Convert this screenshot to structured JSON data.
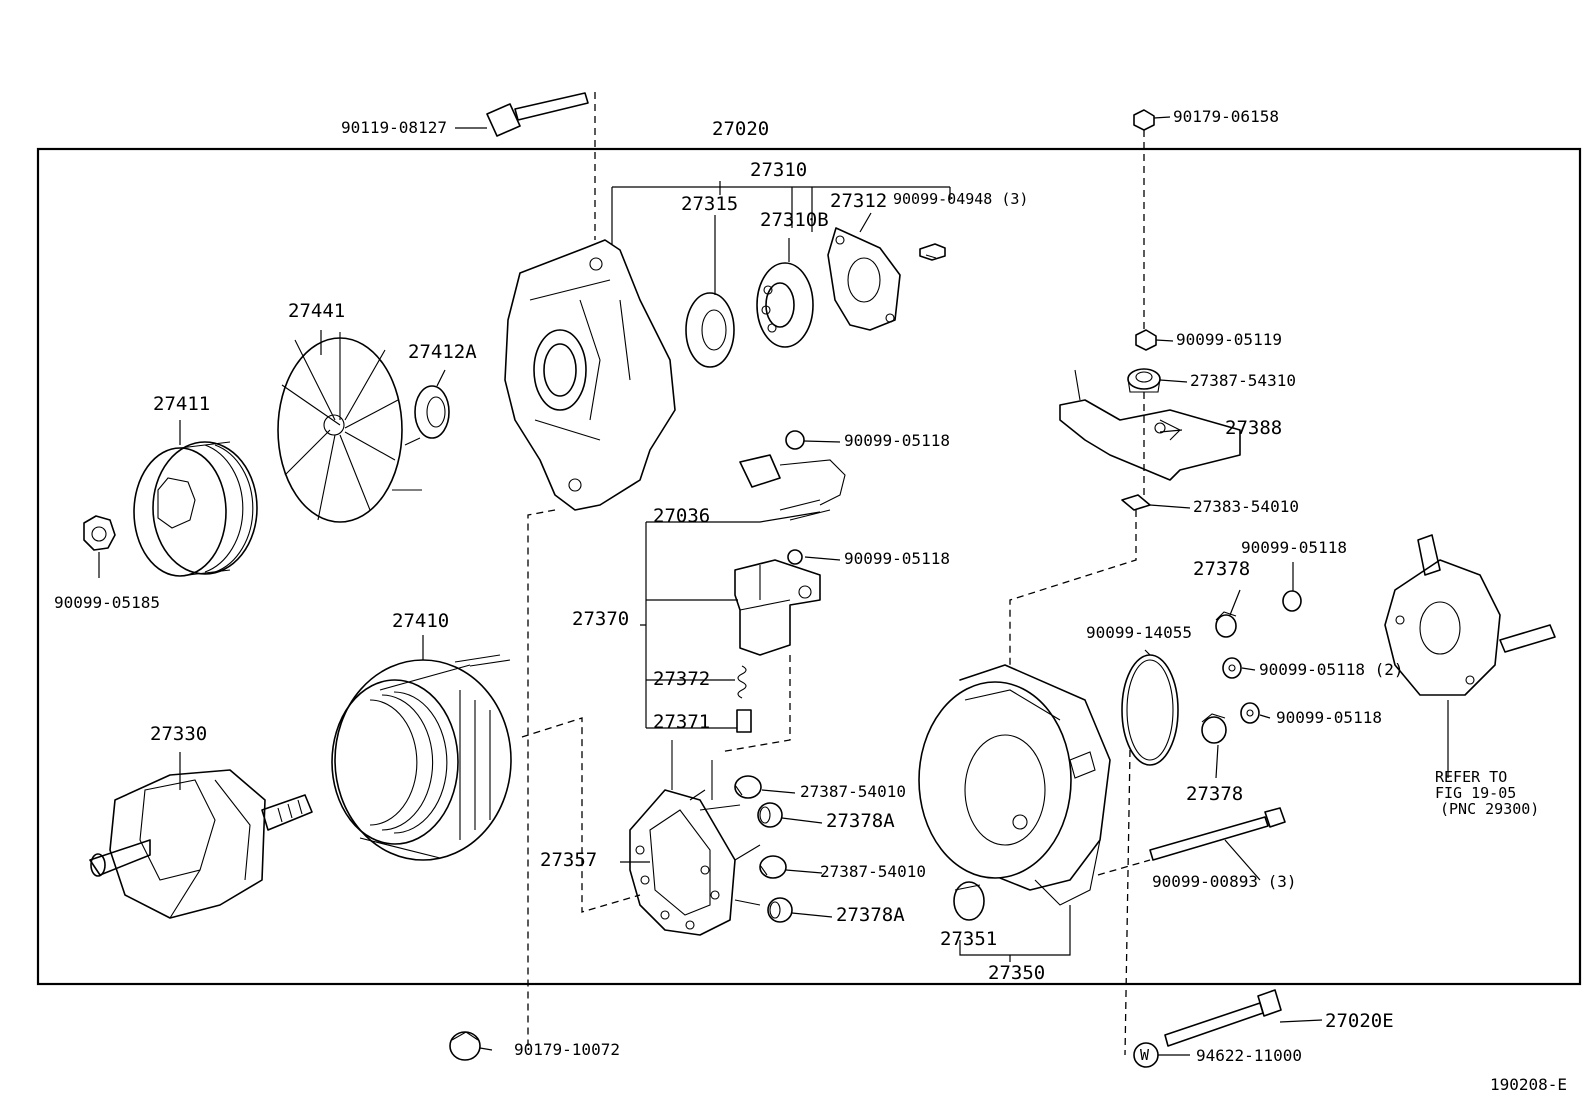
{
  "figure_code": "190208-E",
  "labels": {
    "l90119_08127": "90119-08127",
    "l27020": "27020",
    "l90179_06158": "90179-06158",
    "l27310": "27310",
    "l27315": "27315",
    "l27312": "27312",
    "l90099_04948": "90099-04948 (3)",
    "l27310B": "27310B",
    "l27441": "27441",
    "l27412A": "27412A",
    "l27411": "27411",
    "l90099_05185": "90099-05185",
    "l90099_05119": "90099-05119",
    "l27387_54310": "27387-54310",
    "l27388": "27388",
    "l27383_54010": "27383-54010",
    "l90099_05118_a": "90099-05118",
    "l27036": "27036",
    "l90099_05118_b": "90099-05118",
    "l27370": "27370",
    "l27372": "27372",
    "l27371": "27371",
    "l27410": "27410",
    "l27330": "27330",
    "l27357": "27357",
    "l27387_54010_a": "27387-54010",
    "l27378A_a": "27378A",
    "l27387_54010_b": "27387-54010",
    "l27378A_b": "27378A",
    "l27378_a": "27378",
    "l90099_05118_c": "90099-05118",
    "l90099_14055": "90099-14055",
    "l90099_05118_d": "90099-05118 (2)",
    "l90099_05118_e": "90099-05118",
    "l27378_b": "27378",
    "l90099_00893": "90099-00893 (3)",
    "l27351": "27351",
    "l27350": "27350",
    "l27020E": "27020E",
    "l94622_11000": "94622-11000",
    "l90179_10072": "90179-10072",
    "refer_line1": "REFER TO",
    "refer_line2": "FIG 19-05",
    "refer_line3": "(PNC 29300)",
    "w_mark": "W"
  }
}
